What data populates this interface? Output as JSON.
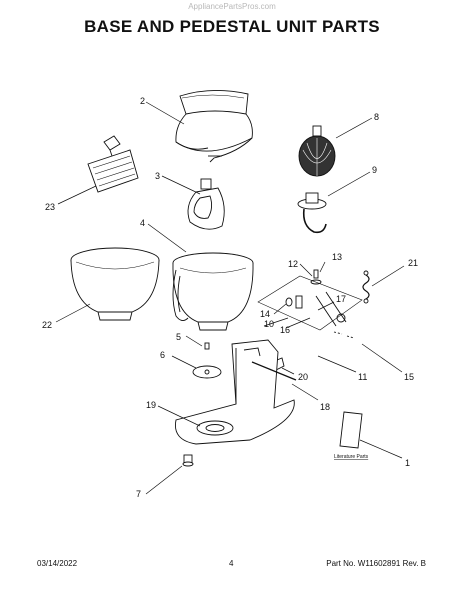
{
  "watermark": "AppliancePartsPros.com",
  "title": "BASE AND PEDESTAL UNIT PARTS",
  "footer": {
    "date": "03/14/2022",
    "page": "4",
    "part_rev": "Part No. W11602891  Rev. B"
  },
  "literature_label": "Literature Parts",
  "callouts": [
    "2",
    "8",
    "3",
    "9",
    "23",
    "4",
    "13",
    "12",
    "21",
    "17",
    "14",
    "10",
    "16",
    "22",
    "5",
    "6",
    "20",
    "11",
    "15",
    "19",
    "18",
    "1",
    "7"
  ]
}
